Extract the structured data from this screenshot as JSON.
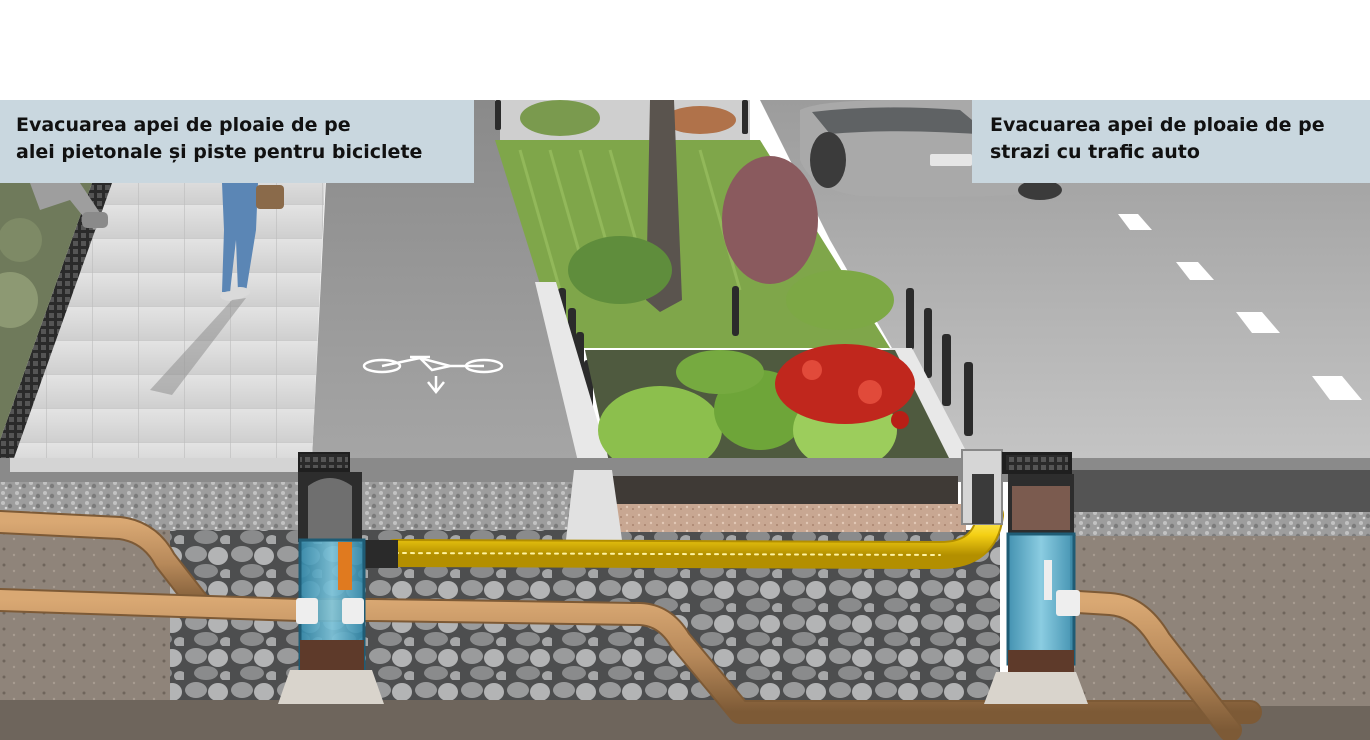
{
  "labels": {
    "left": {
      "line1": "Evacuarea apei de ploaie de pe",
      "line2": "alei pietonale și piste pentru biciclete"
    },
    "right": {
      "line1": "Evacuarea apei de ploaie de pe",
      "line2": "strazi cu trafic auto"
    }
  },
  "colors": {
    "asphalt": "#8e8e8e",
    "road": "#b4b4b4",
    "paving": "#d9d9d9",
    "soil": "#8b7f74",
    "gravel": "#a7a7a7",
    "stone": "#6f7070",
    "pipe_brown": "#b7895a",
    "pipe_yellow": "#f4cf14",
    "water_blue": "#4aa8c9",
    "grass": "#7fa64a",
    "plant_red": "#c0271d",
    "label_bg": "#c9d7df"
  }
}
